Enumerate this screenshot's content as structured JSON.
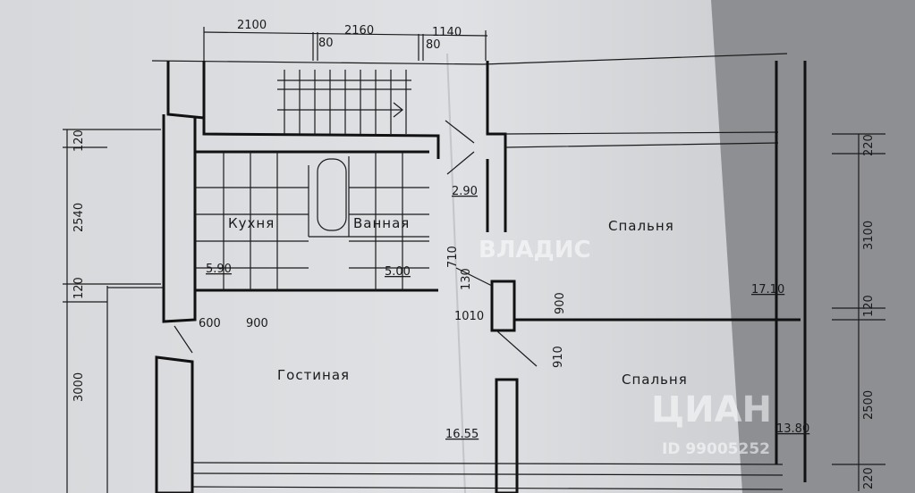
{
  "dimensions": {
    "top": [
      "2100",
      "80",
      "2160",
      "1140",
      "80"
    ],
    "left": [
      "120",
      "2540",
      "120",
      "3000"
    ],
    "right": [
      "220",
      "3100",
      "120",
      "2500",
      "220"
    ],
    "doors": [
      "600",
      "900",
      "710",
      "130",
      "1010",
      "900",
      "910"
    ]
  },
  "rooms": [
    {
      "name": "Кухня",
      "area": "5.90"
    },
    {
      "name": "Ванная",
      "area": "5.00"
    },
    {
      "name": "",
      "area": "2.90"
    },
    {
      "name": "Спальня",
      "area": "17.10"
    },
    {
      "name": "Гостиная",
      "area": "16.55"
    },
    {
      "name": "Спальня",
      "area": "13.80"
    }
  ],
  "watermarks": {
    "vladis": "ВЛАДИС",
    "cian": "ЦИАН",
    "cian_id": "ID 99005252"
  }
}
